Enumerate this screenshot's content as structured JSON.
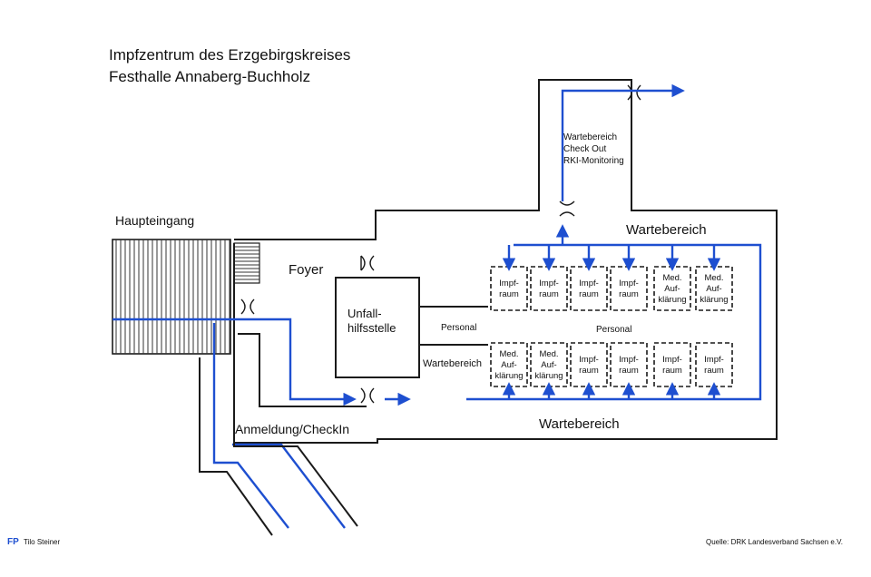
{
  "title": {
    "line1": "Impfzentrum des Erzgebirgskreises",
    "line2": "Festhalle Annaberg-Buchholz"
  },
  "labels": {
    "haupteingang": "Haupteingang",
    "foyer": "Foyer",
    "unfall_1": "Unfall-",
    "unfall_2": "hilfsstelle",
    "anmeldung": "Anmeldung/CheckIn",
    "personal_left": "Personal",
    "personal_center": "Personal",
    "wartebereich_left": "Wartebereich",
    "wartebereich_top": "Wartebereich",
    "wartebereich_bottom": "Wartebereich",
    "checkout_1": "Wartebereich",
    "checkout_2": "Check Out",
    "checkout_3": "RKI-Monitoring"
  },
  "top_rooms": [
    [
      "Impf-",
      "raum"
    ],
    [
      "Impf-",
      "raum"
    ],
    [
      "Impf-",
      "raum"
    ],
    [
      "Impf-",
      "raum"
    ],
    [
      "Med.",
      "Auf-",
      "klärung"
    ],
    [
      "Med.",
      "Auf-",
      "klärung"
    ]
  ],
  "bottom_rooms": [
    [
      "Med.",
      "Auf-",
      "klärung"
    ],
    [
      "Med.",
      "Auf-",
      "klärung"
    ],
    [
      "Impf-",
      "raum"
    ],
    [
      "Impf-",
      "raum"
    ],
    [
      "Impf-",
      "raum"
    ],
    [
      "Impf-",
      "raum"
    ]
  ],
  "footer": {
    "logo": "FP",
    "author": "Tilo Steiner",
    "source": "Quelle: DRK Landesverband Sachsen e.V."
  },
  "colors": {
    "flow": "#1e4fd0",
    "walls": "#1a1a1a"
  }
}
